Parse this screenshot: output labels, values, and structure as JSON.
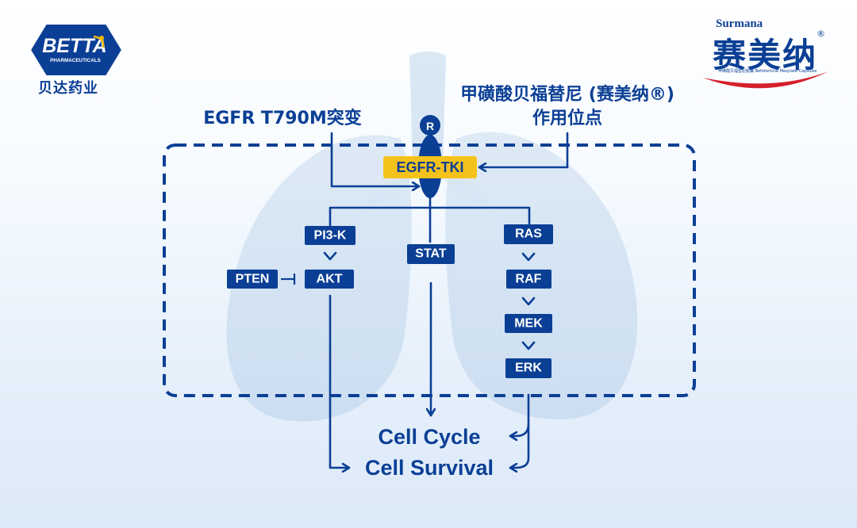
{
  "branding": {
    "left_logo": {
      "wordmark": "BETTA",
      "subtitle": "PHARMACEUTICALS",
      "chinese_name": "贝达药业",
      "icon": "betta-hexagon-logo-icon",
      "colors": {
        "primary": "#0b3f95",
        "accent": "#f2b705"
      }
    },
    "right_logo": {
      "english_name": "Surmana",
      "chinese_name": "赛美纳",
      "registered_mark": "®",
      "subtitle": "甲磺酸贝福替尼胶囊 Befotertinib Mesylate Capsules",
      "icon": "surmana-swoosh-logo-icon",
      "colors": {
        "primary": "#0b3f95",
        "swoosh": "#d4202b"
      }
    }
  },
  "diagram": {
    "left_heading": "EGFR T790M突变",
    "right_heading_line1": "甲磺酸贝福替尼 (赛美纳®)",
    "right_heading_line2": "作用位点",
    "receptor_label": "R",
    "drug_target_label": "EGFR-TKI",
    "nodes": {
      "pi3k": "PI3-K",
      "akt": "AKT",
      "pten": "PTEN",
      "stat": "STAT",
      "ras": "RAS",
      "raf": "RAF",
      "mek": "MEK",
      "erk": "ERK"
    },
    "outcomes": {
      "cell_cycle": "Cell Cycle",
      "cell_survival": "Cell Survival"
    },
    "colors": {
      "node": "#0b3f95",
      "highlight": "#f5c21b",
      "dashed_border": "#0b3f95",
      "background_lungs": "#c9dcec"
    },
    "icons": {
      "inhibition": "inhibition-t-bar-icon",
      "activation": "chevron-down-icon",
      "arrowhead": "arrowhead-icon",
      "background": "lungs-silhouette-icon"
    }
  }
}
